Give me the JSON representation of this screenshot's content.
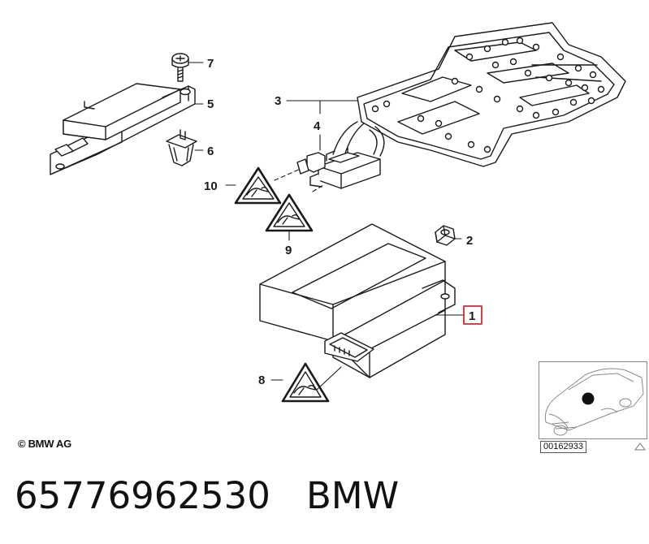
{
  "diagram": {
    "callouts": [
      {
        "id": "1",
        "label": "1",
        "highlighted": true
      },
      {
        "id": "2",
        "label": "2",
        "highlighted": false
      },
      {
        "id": "3",
        "label": "3",
        "highlighted": false
      },
      {
        "id": "4",
        "label": "4",
        "highlighted": false
      },
      {
        "id": "5",
        "label": "5",
        "highlighted": false
      },
      {
        "id": "6",
        "label": "6",
        "highlighted": false
      },
      {
        "id": "7",
        "label": "7",
        "highlighted": false
      },
      {
        "id": "8",
        "label": "8",
        "highlighted": false
      },
      {
        "id": "9",
        "label": "9",
        "highlighted": false
      },
      {
        "id": "10",
        "label": "10",
        "highlighted": false
      }
    ],
    "highlight_color": "#d12b2b",
    "line_color": "#1a1a1a"
  },
  "copyright": "© BMW AG",
  "reference": {
    "image_number": "00162933"
  },
  "footer": {
    "part_number": "65776962530",
    "brand": "BMW"
  }
}
